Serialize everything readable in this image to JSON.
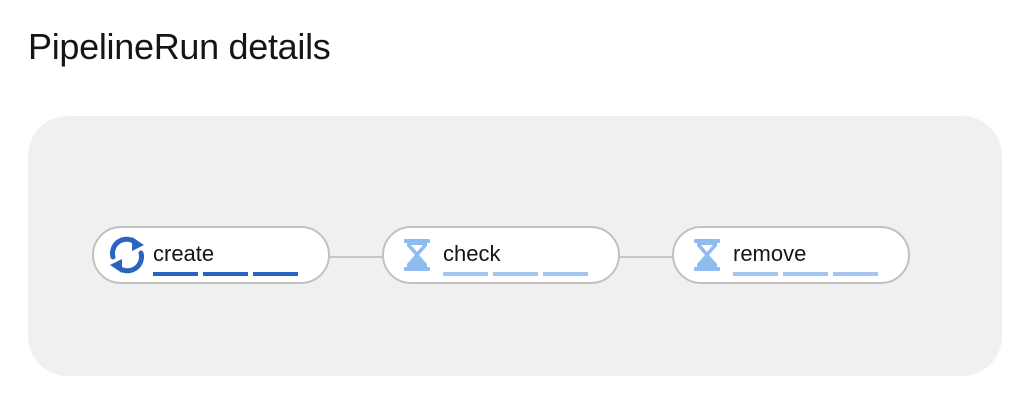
{
  "page": {
    "title": "PipelineRun details"
  },
  "pipeline": {
    "tasks": [
      {
        "name": "create",
        "status": "running",
        "icon": "sync-icon",
        "steps": 3,
        "step_color": "#2b64c0",
        "icon_color": "#2b64c0"
      },
      {
        "name": "check",
        "status": "pending",
        "icon": "hourglass-icon",
        "steps": 3,
        "step_color": "#a2c6ee",
        "icon_color": "#8ebcef"
      },
      {
        "name": "remove",
        "status": "pending",
        "icon": "hourglass-icon",
        "steps": 3,
        "step_color": "#a2c6ee",
        "icon_color": "#8ebcef"
      }
    ]
  },
  "colors": {
    "panel_background": "#f0f0f0",
    "node_border": "#c1c1c1",
    "connector": "#c7c7c7"
  }
}
